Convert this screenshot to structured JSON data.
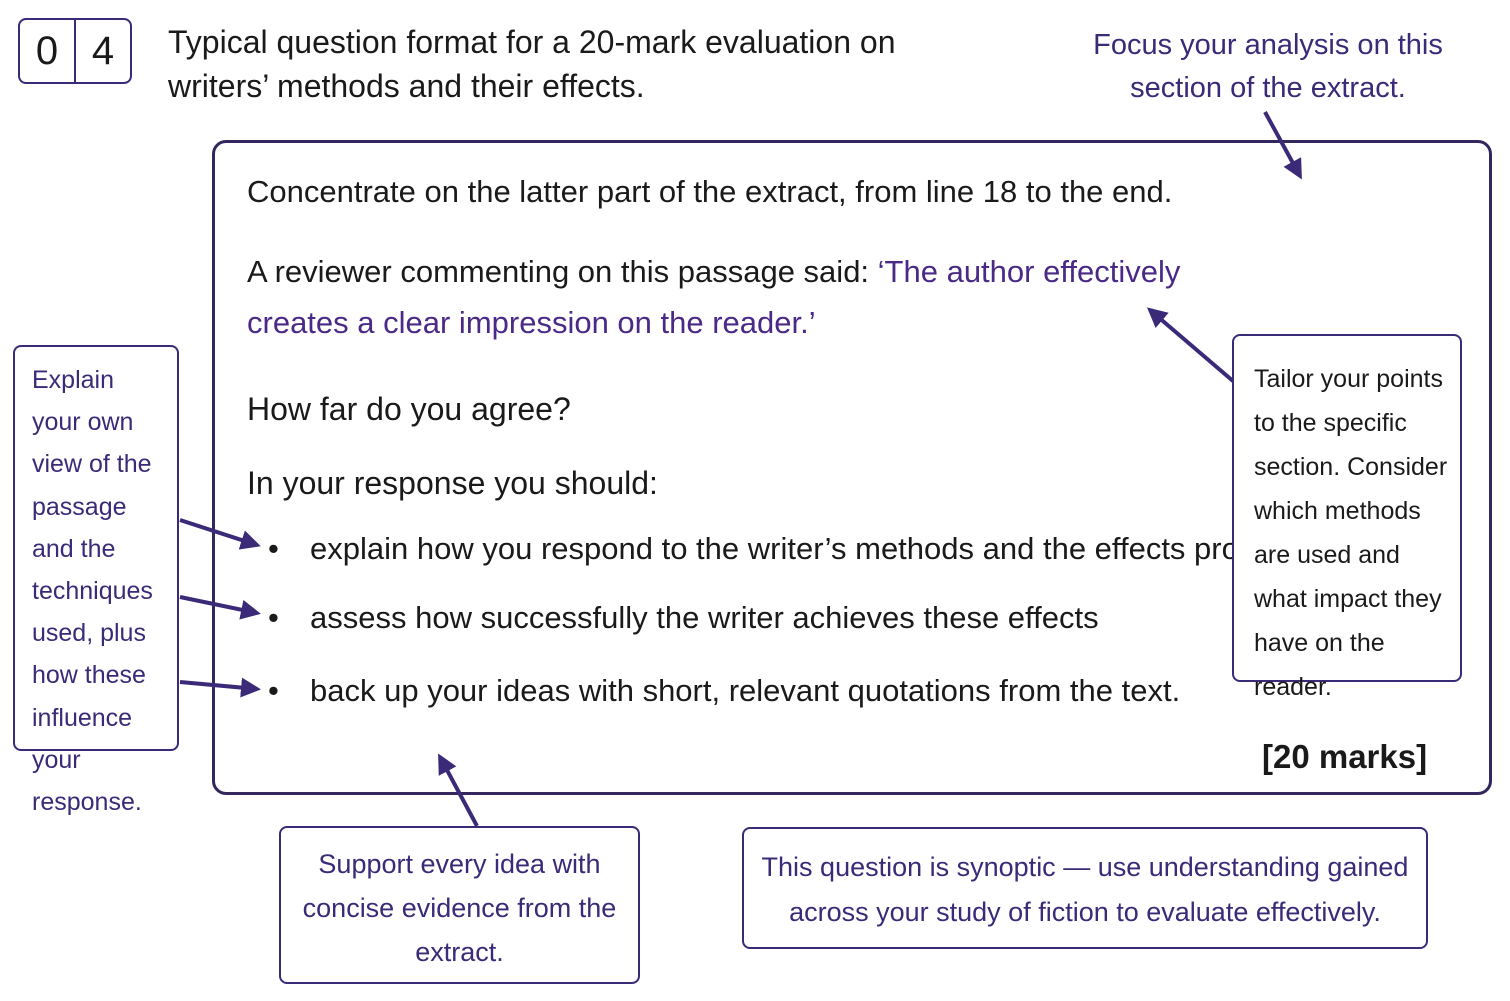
{
  "question_number": [
    "0",
    "4"
  ],
  "heading": "Typical question format for a 20-mark evaluation on writers’ methods and their effects.",
  "focus_note": "Focus your analysis on this section of the extract.",
  "question": {
    "instruction": "Concentrate on the latter part of the extract, from line 18 to the end.",
    "review_prefix": "A reviewer commenting on this passage said: ",
    "review_quote": "‘The author effectively creates a clear impression on the reader.’",
    "agree_prompt": "How far do you agree?",
    "response_intro": "In your response you should:",
    "bullets": [
      {
        "lead": "explain",
        "rest": " how you respond to the writer’s methods and the effects produced"
      },
      {
        "lead": "",
        "rest": "assess how successfully the writer achieves these effects"
      },
      {
        "lead": "",
        "rest": "back up your ideas with short, relevant quotations from the text."
      }
    ],
    "bullet_symbol": "•",
    "marks": "[20 marks]"
  },
  "callouts": {
    "left": "Explain your own view of the passage and the techniques used, plus how these influence your response.",
    "right": "Tailor your points to the specific section. Consider which methods are used and what impact they have on the reader.",
    "bottom_left": "Support every idea with concise evidence from the extract.",
    "bottom_right": "This question is synoptic — use understanding gained across your study of fiction to evaluate effectively."
  },
  "colors": {
    "accent": "#3b2a78",
    "quote": "#4a2a86",
    "text": "#1a1a1a"
  }
}
